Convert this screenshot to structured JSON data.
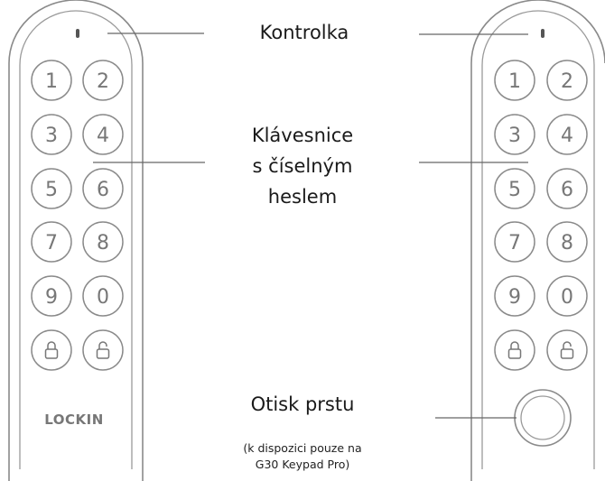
{
  "labels": {
    "indicator": "Kontrolka",
    "keypad_line1": "Klávesnice",
    "keypad_line2": "s číselným",
    "keypad_line3": "heslem",
    "fingerprint": "Otisk prstu",
    "note_line1": "(k dispozici pouze na",
    "note_line2": "G30 Keypad Pro)"
  },
  "devices": {
    "left": {
      "brand": "LOCKIN",
      "keys": [
        "1",
        "2",
        "3",
        "4",
        "5",
        "6",
        "7",
        "8",
        "9",
        "0",
        "lock",
        "unlock"
      ]
    },
    "right": {
      "keys": [
        "1",
        "2",
        "3",
        "4",
        "5",
        "6",
        "7",
        "8",
        "9",
        "0",
        "lock",
        "unlock"
      ],
      "has_fingerprint": true
    }
  },
  "colors": {
    "outline": "#8a8a8a",
    "text": "#1a1a1a",
    "led": "#555555"
  }
}
